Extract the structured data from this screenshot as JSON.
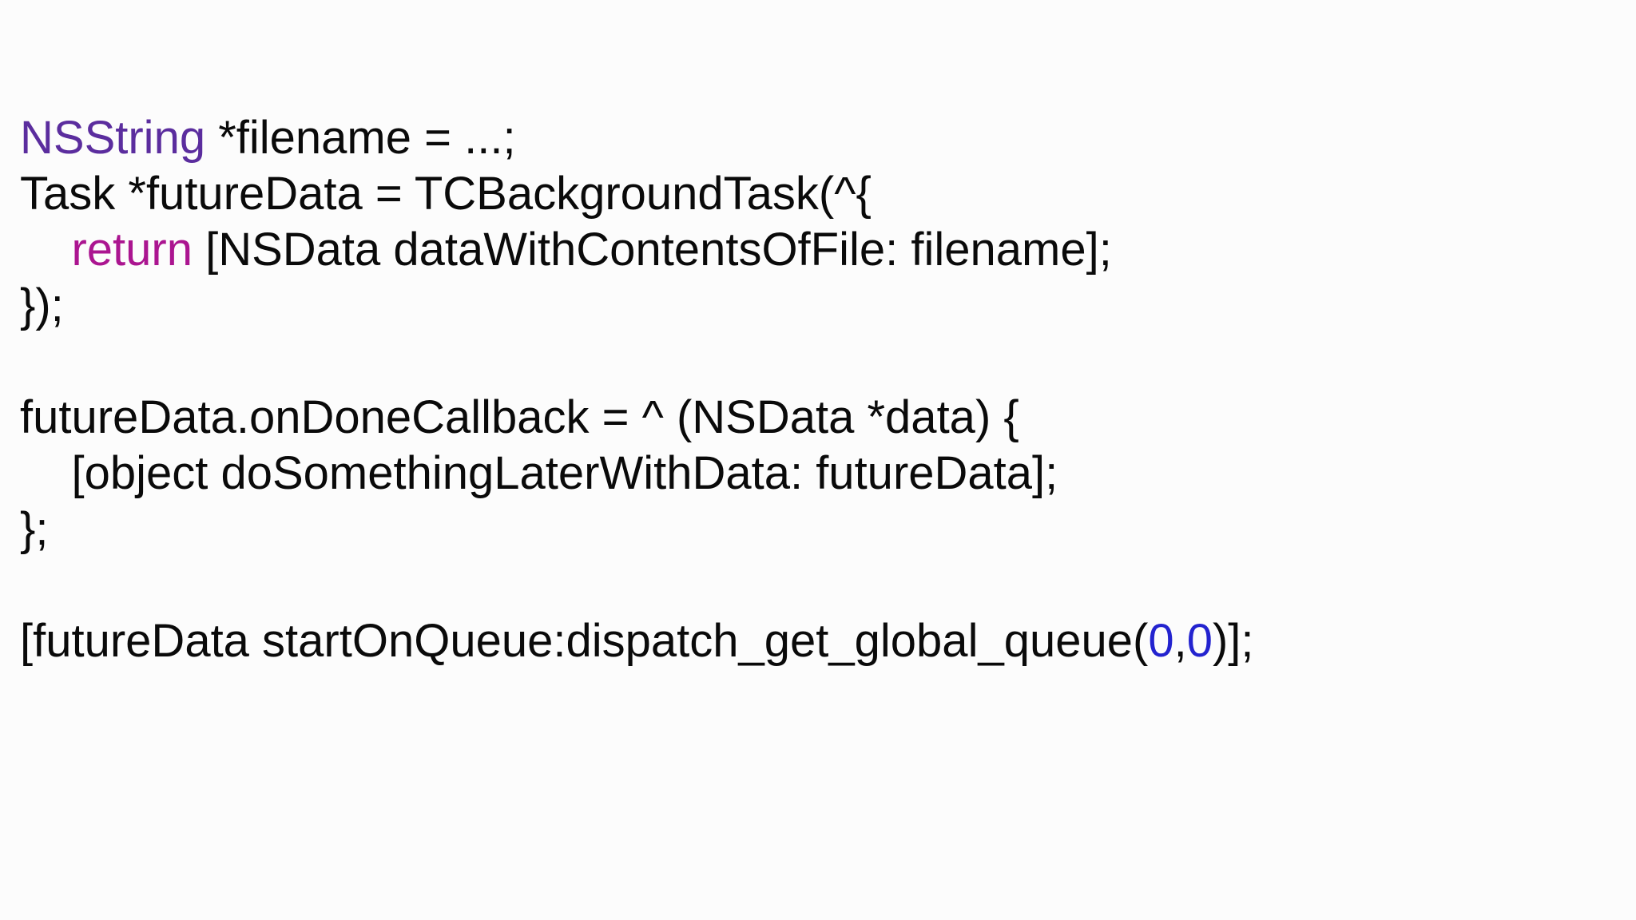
{
  "page": {
    "background_color": "#fcfcfc",
    "text_color": "#0a0a0a"
  },
  "colors": {
    "default": "#0a0a0a",
    "type_keyword": "#5b2d9e",
    "return_keyword": "#ab1590",
    "number": "#2323cf"
  },
  "code": {
    "language": "objective-c",
    "lines": [
      {
        "segments": [
          {
            "text": "NSString",
            "color": "type_keyword"
          },
          {
            "text": " *filename = ...;",
            "color": "default"
          }
        ]
      },
      {
        "segments": [
          {
            "text": "Task *futureData = TCBackgroundTask(^{",
            "color": "default"
          }
        ]
      },
      {
        "segments": [
          {
            "text": "    ",
            "color": "default"
          },
          {
            "text": "return",
            "color": "return_keyword"
          },
          {
            "text": " [NSData dataWithContentsOfFile: filename];",
            "color": "default"
          }
        ]
      },
      {
        "segments": [
          {
            "text": "});",
            "color": "default"
          }
        ]
      },
      {
        "segments": []
      },
      {
        "segments": [
          {
            "text": "futureData.onDoneCallback = ^ (NSData *data) {",
            "color": "default"
          }
        ]
      },
      {
        "segments": [
          {
            "text": "    [object doSomethingLaterWithData: futureData];",
            "color": "default"
          }
        ]
      },
      {
        "segments": [
          {
            "text": "};",
            "color": "default"
          }
        ]
      },
      {
        "segments": []
      },
      {
        "segments": [
          {
            "text": "[futureData startOnQueue:dispatch_get_global_queue(",
            "color": "default"
          },
          {
            "text": "0",
            "color": "number"
          },
          {
            "text": ",",
            "color": "default"
          },
          {
            "text": "0",
            "color": "number"
          },
          {
            "text": ")];",
            "color": "default"
          }
        ]
      }
    ]
  }
}
